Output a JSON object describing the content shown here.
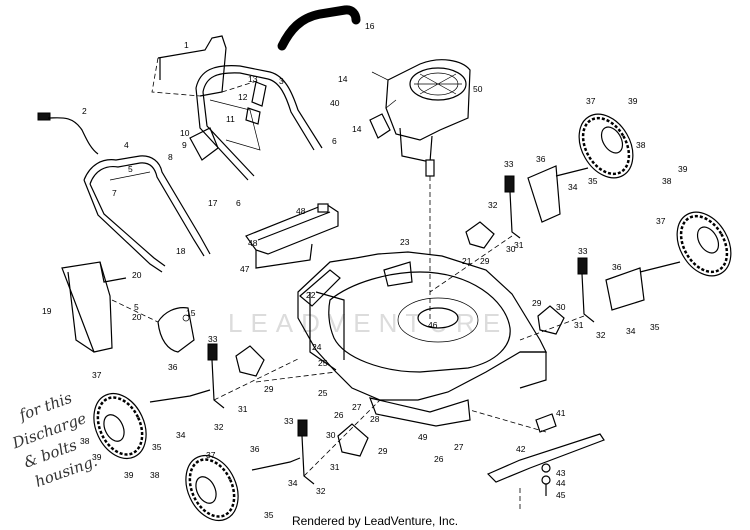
{
  "footer": {
    "text": "Rendered by LeadVenture, Inc."
  },
  "watermark": {
    "text": "LEADVENTURE"
  },
  "handwriting": [
    "for this",
    "Discharge",
    "& bolts",
    "housing."
  ],
  "labels": {
    "p1": "1",
    "p2": "2",
    "p3": "3",
    "p4": "4",
    "p5a": "5",
    "p5b": "5",
    "p6a": "6",
    "p6b": "6",
    "p7": "7",
    "p8": "8",
    "p9": "9",
    "p10": "10",
    "p11": "11",
    "p12": "12",
    "p13": "13",
    "p14a": "14",
    "p14b": "14",
    "p15": "15",
    "p16": "16",
    "p17": "17",
    "p18": "18",
    "p19": "19",
    "p20a": "20",
    "p20b": "20",
    "p21": "21",
    "p22": "22",
    "p23": "23",
    "p24": "24",
    "p25a": "25",
    "p25b": "25",
    "p26a": "26",
    "p26b": "26",
    "p27a": "27",
    "p27b": "27",
    "p28": "28",
    "p29a": "29",
    "p29b": "29",
    "p29c": "29",
    "p29d": "29",
    "p30a": "30",
    "p30b": "30",
    "p30c": "30",
    "p31a": "31",
    "p31b": "31",
    "p31c": "31",
    "p31d": "31",
    "p32a": "32",
    "p32b": "32",
    "p32c": "32",
    "p32d": "32",
    "p33a": "33",
    "p33b": "33",
    "p33c": "33",
    "p33d": "33",
    "p34a": "34",
    "p34b": "34",
    "p34c": "34",
    "p34d": "34",
    "p35a": "35",
    "p35b": "35",
    "p35c": "35",
    "p35d": "35",
    "p36a": "36",
    "p36b": "36",
    "p36c": "36",
    "p36d": "36",
    "p37a": "37",
    "p37b": "37",
    "p37c": "37",
    "p37d": "37",
    "p38a": "38",
    "p38b": "38",
    "p38c": "38",
    "p38d": "38",
    "p39a": "39",
    "p39b": "39",
    "p39c": "39",
    "p39d": "39",
    "p40": "40",
    "p41": "41",
    "p42": "42",
    "p43": "43",
    "p44": "44",
    "p45": "45",
    "p46": "46",
    "p47": "47",
    "p48a": "48",
    "p48b": "48",
    "p49": "49",
    "p50": "50"
  }
}
